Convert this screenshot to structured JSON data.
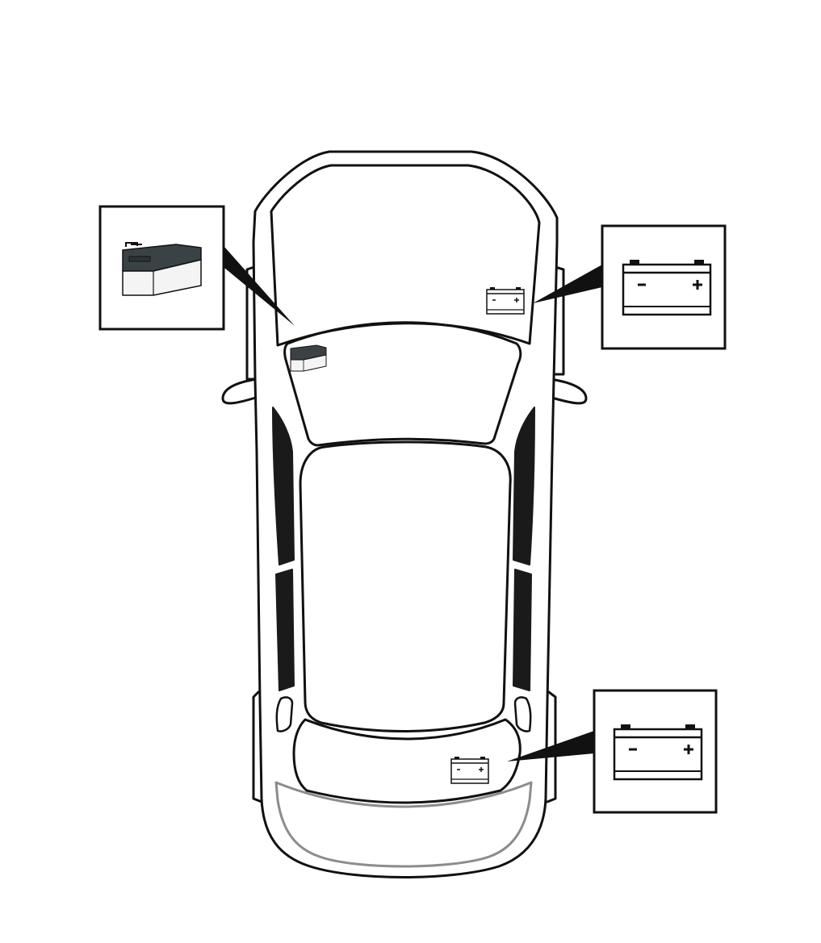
{
  "diagram": {
    "colors": {
      "outline": "#111111",
      "window": "#1a1a1a",
      "bumper": "#8c8c8c",
      "battery_case": "#ffffff",
      "aux_battery_top": "#3a4246",
      "aux_battery_body": "#f4f4f4"
    },
    "battery_locations": [
      {
        "id": "engine-bay",
        "battery": "main-12v",
        "icon": "car-battery-icon"
      },
      {
        "id": "cabin-front",
        "battery": "auxiliary",
        "icon": "auxiliary-battery-icon"
      },
      {
        "id": "trunk",
        "battery": "main-12v",
        "icon": "car-battery-icon"
      }
    ],
    "terminals": {
      "negative": "−",
      "positive": "+"
    }
  }
}
